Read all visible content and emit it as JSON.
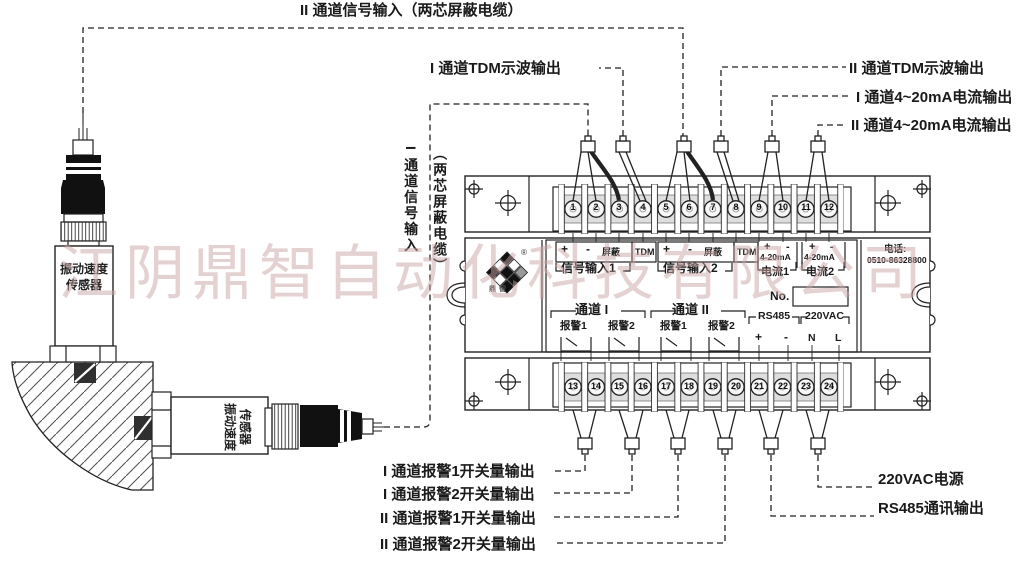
{
  "watermark": "江阴鼎智自动化科技有限公司",
  "labels": {
    "ch2_signal_input": "II 通道信号输入（两芯屏蔽电缆）",
    "ch1_signal_input_l1": "I 通道信号输入",
    "ch1_signal_input_l2": "（两芯屏蔽电缆）",
    "ch1_tdm_out": "I 通道TDM示波输出",
    "ch2_tdm_out": "II 通道TDM示波输出",
    "ch1_current_out": "I 通道4~20mA电流输出",
    "ch2_current_out": "II 通道4~20mA电流输出",
    "ch1_alarm1_out": "I 通道报警1开关量输出",
    "ch1_alarm2_out": "I 通道报警2开关量输出",
    "ch2_alarm1_out": "II 通道报警1开关量输出",
    "ch2_alarm2_out": "II 通道报警2开关量输出",
    "power_supply": "220VAC电源",
    "rs485_out": "RS485通讯输出"
  },
  "sensor": {
    "name_l1": "振动速度",
    "name_l2": "传感器"
  },
  "device": {
    "logo_registered": "®",
    "logo_text": "鼎智",
    "phone_label": "电话:",
    "phone_number": "0510-86328800",
    "serial_label": "No.",
    "panel": {
      "plus": "+",
      "minus": "-",
      "shield": "屏蔽",
      "tdm": "TDM",
      "signal_input1": "信号输入1",
      "signal_input2": "信号输入2",
      "range_4_20": "4-20mA",
      "current1": "电流1",
      "current2": "电流2",
      "channel1": "通道 I",
      "channel2": "通道 II",
      "alarm1": "报警1",
      "alarm2": "报警2",
      "rs485": "RS485",
      "vac": "220VAC",
      "n": "N",
      "l": "L"
    },
    "terminals": {
      "top": [
        "1",
        "2",
        "3",
        "4",
        "5",
        "6",
        "7",
        "8",
        "9",
        "10",
        "11",
        "12"
      ],
      "bottom": [
        "13",
        "14",
        "15",
        "16",
        "17",
        "18",
        "19",
        "20",
        "21",
        "22",
        "23",
        "24"
      ]
    }
  }
}
